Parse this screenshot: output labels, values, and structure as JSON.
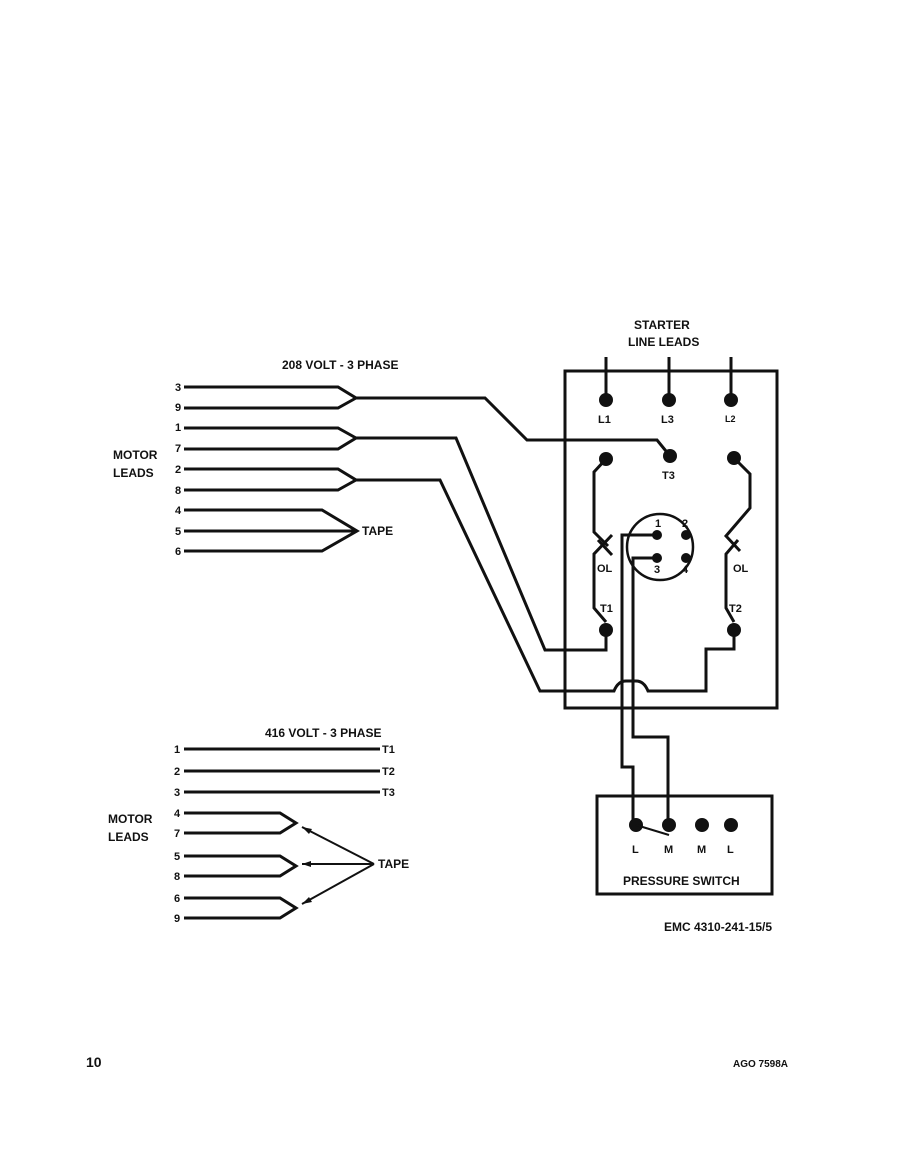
{
  "colors": {
    "ink": "#111111",
    "paper": "#ffffff"
  },
  "diagram_208": {
    "title": "208 VOLT - 3 PHASE",
    "group_label_line1": "MOTOR",
    "group_label_line2": "LEADS",
    "leads": [
      "3",
      "9",
      "1",
      "7",
      "2",
      "8",
      "4",
      "5",
      "6"
    ],
    "tape_label": "TAPE"
  },
  "starter": {
    "title_line1": "STARTER",
    "title_line2": "LINE LEADS",
    "line_terminals": [
      "L1",
      "L3",
      "L2"
    ],
    "t3_label": "T3",
    "t1_label": "T1",
    "t2_label": "T2",
    "ol_left": "OL",
    "ol_right": "OL",
    "coil_pins": [
      "1",
      "2",
      "3",
      "4"
    ]
  },
  "diagram_416": {
    "title": "416 VOLT - 3 PHASE",
    "group_label_line1": "MOTOR",
    "group_label_line2": "LEADS",
    "direct_leads": [
      {
        "lead": "1",
        "terminal": "T1"
      },
      {
        "lead": "2",
        "terminal": "T2"
      },
      {
        "lead": "3",
        "terminal": "T3"
      }
    ],
    "taped_leads": [
      "4",
      "7",
      "5",
      "8",
      "6",
      "9"
    ],
    "tape_label": "TAPE"
  },
  "pressure_switch": {
    "title": "PRESSURE SWITCH",
    "terminals": [
      "L",
      "M",
      "M",
      "L"
    ]
  },
  "figure_id": "EMC 4310-241-15/5",
  "footer": {
    "page_number": "10",
    "doc_code": "AGO 7598A"
  }
}
